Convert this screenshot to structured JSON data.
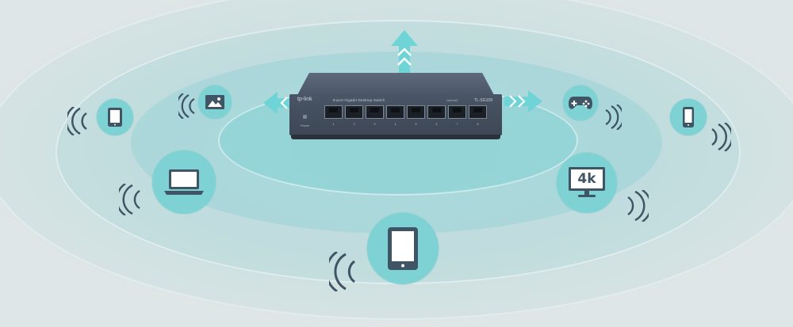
{
  "switch": {
    "brand": "tp-link",
    "description": "8-port Gigabit Desktop Switch",
    "model": "TL-SG108",
    "link_label": "Link/Act",
    "power_label": "Power",
    "ports": [
      "1",
      "2",
      "3",
      "4",
      "5",
      "6",
      "7",
      "8"
    ],
    "body_color": "#4a5565"
  },
  "colors": {
    "accent": "#7fd2d3",
    "icon": "#3f5566",
    "wave": "#3f5566"
  },
  "devices": [
    {
      "name": "tablet-small",
      "icon": "tablet-icon"
    },
    {
      "name": "photo",
      "icon": "image-icon"
    },
    {
      "name": "laptop",
      "icon": "laptop-icon"
    },
    {
      "name": "tablet-large",
      "icon": "tablet-icon"
    },
    {
      "name": "game",
      "icon": "gamepad-icon"
    },
    {
      "name": "phone",
      "icon": "phone-icon"
    },
    {
      "name": "tv-4k",
      "icon": "monitor-4k-icon",
      "label": "4k"
    }
  ]
}
